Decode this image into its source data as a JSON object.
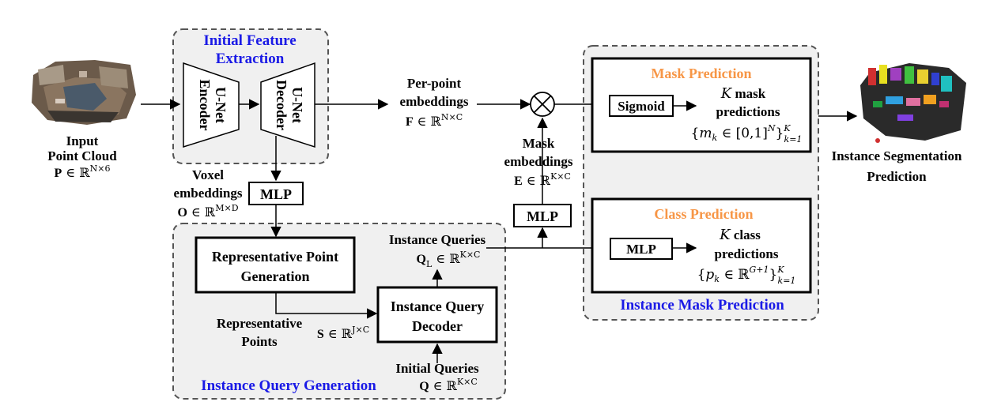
{
  "groups": {
    "feature_extraction": "Initial Feature Extraction",
    "query_generation": "Instance Query Generation",
    "mask_prediction_group": "Instance Mask Prediction"
  },
  "input": {
    "label_line1": "Input",
    "label_line2": "Point Cloud",
    "symbol": "P ∈ ℝ^{N×6}"
  },
  "unet": {
    "encoder_line1": "U-Net",
    "encoder_line2": "Encoder",
    "decoder_line1": "U-Net",
    "decoder_line2": "Decoder"
  },
  "per_point": {
    "label_line1": "Per-point",
    "label_line2": "embeddings",
    "symbol": "F ∈ ℝ^{N×C}"
  },
  "voxel": {
    "label_line1": "Voxel",
    "label_line2": "embeddings",
    "symbol": "O ∈ ℝ^{M×D}"
  },
  "blocks": {
    "mlp": "MLP",
    "rep_point_line1": "Representative Point",
    "rep_point_line2": "Generation",
    "iq_decoder_line1": "Instance Query",
    "iq_decoder_line2": "Decoder",
    "sigmoid": "Sigmoid"
  },
  "rep_points": {
    "label_line1": "Representative",
    "label_line2": "Points",
    "symbol": "S ∈ ℝ^{J×C}"
  },
  "initial_queries": {
    "label": "Initial Queries",
    "symbol": "Q ∈ ℝ^{K×C}"
  },
  "instance_queries": {
    "label": "Instance Queries",
    "symbol": "Q_L ∈ ℝ^{K×C}"
  },
  "mask_embeddings": {
    "label_line1": "Mask",
    "label_line2": "embeddings",
    "symbol": "E ∈ ℝ^{K×C}"
  },
  "mask_pred": {
    "title": "Mask Prediction",
    "line1": "K mask",
    "line2": "predictions",
    "formula": "{m_k ∈ [0,1]^N}_{k=1}^K"
  },
  "class_pred": {
    "title": "Class Prediction",
    "line1": "K class",
    "line2": "predictions",
    "formula": "{p_k ∈ ℝ^{G+1}}_{k=1}^K"
  },
  "output": {
    "label_line1": "Instance Segmentation",
    "label_line2": "Prediction"
  },
  "colors": {
    "blue_title": "#1a1ae6",
    "orange_title": "#f79646",
    "group_fill": "#f0f0f0"
  },
  "images": {
    "input": "point-cloud-scene-image",
    "output": "segmented-point-cloud-image"
  }
}
